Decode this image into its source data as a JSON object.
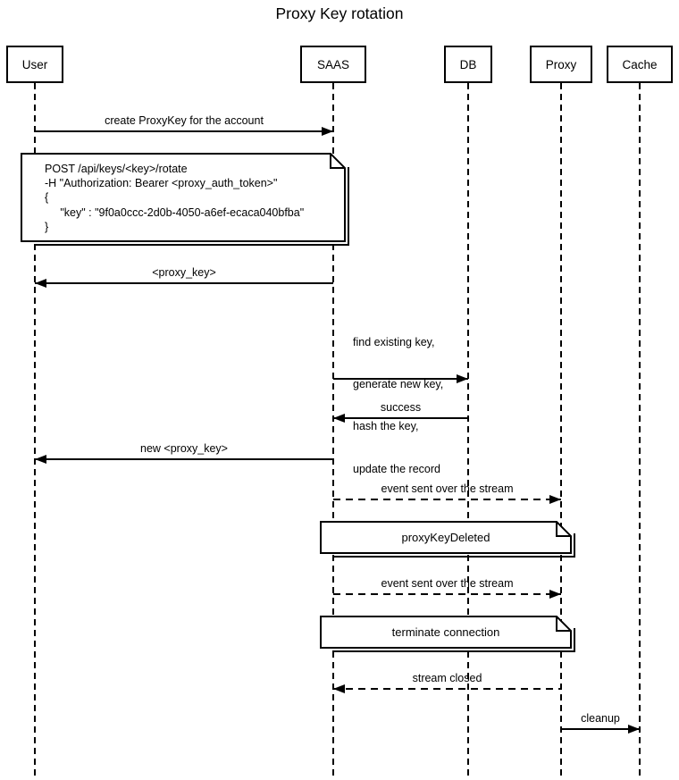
{
  "title": "Proxy Key rotation",
  "colors": {
    "ink": "#000000",
    "background": "#ffffff",
    "note_fill": "#ffffff"
  },
  "participants": [
    {
      "name": "User"
    },
    {
      "name": "SAAS"
    },
    {
      "name": "DB"
    },
    {
      "name": "Proxy"
    },
    {
      "name": "Cache"
    }
  ],
  "messages": [
    {
      "label": "create ProxyKey for the account",
      "from": "User",
      "to": "SAAS",
      "line": "solid"
    },
    {
      "label": "<proxy_key>",
      "from": "SAAS",
      "to": "User",
      "line": "solid"
    },
    {
      "label_lines": [
        "find existing key,",
        "generate new key,",
        "hash the key,",
        "update the record"
      ],
      "from": "SAAS",
      "to": "DB",
      "line": "solid"
    },
    {
      "label": "success",
      "from": "DB",
      "to": "SAAS",
      "line": "solid"
    },
    {
      "label": "new <proxy_key>",
      "from": "SAAS",
      "to": "User",
      "line": "solid"
    },
    {
      "label": "event sent over the stream",
      "from": "SAAS",
      "to": "Proxy",
      "line": "dashed"
    },
    {
      "label": "event sent over the stream",
      "from": "SAAS",
      "to": "Proxy",
      "line": "dashed"
    },
    {
      "label": "stream closed",
      "from": "Proxy",
      "to": "SAAS",
      "line": "dashed"
    },
    {
      "label": "cleanup",
      "from": "Proxy",
      "to": "Cache",
      "line": "solid"
    }
  ],
  "notes": [
    {
      "lines": [
        "POST /api/keys/<key>/rotate",
        "-H \"Authorization: Bearer <proxy_auth_token>\"",
        "{",
        "     \"key\" : \"9f0a0ccc-2d0b-4050-a6ef-ecaca040bfba\"",
        "}"
      ]
    },
    {
      "text": "proxyKeyDeleted"
    },
    {
      "text": "terminate connection"
    }
  ]
}
